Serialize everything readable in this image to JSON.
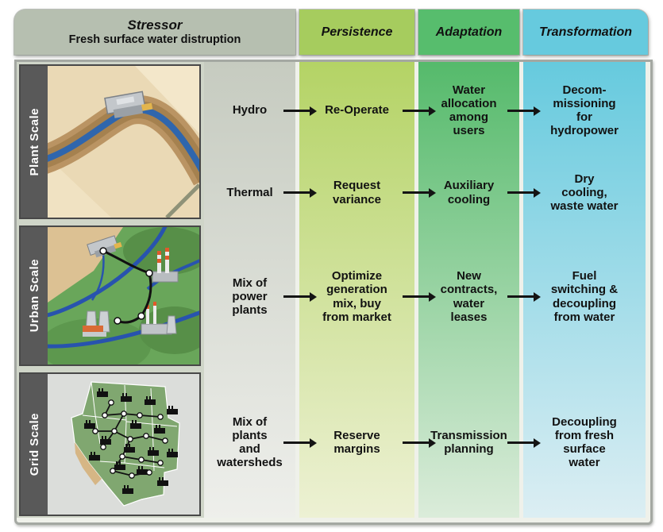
{
  "header": {
    "stressor_title": "Stressor",
    "stressor_subtitle": "Fresh surface water distruption",
    "persistence": "Persistence",
    "adaptation": "Adaptation",
    "transformation": "Transformation"
  },
  "scales": {
    "plant": "Plant Scale",
    "urban": "Urban Scale",
    "grid": "Grid Scale"
  },
  "rows": [
    {
      "stressor": "Hydro",
      "persistence": "Re-Operate",
      "adaptation": "Water\nallocation\namong\nusers",
      "transformation": "Decom-\nmissioning\nfor\nhydropower"
    },
    {
      "stressor": "Thermal",
      "persistence": "Request\nvariance",
      "adaptation": "Auxiliary\ncooling",
      "transformation": "Dry\ncooling,\nwaste water"
    },
    {
      "stressor": "Mix of\npower\nplants",
      "persistence": "Optimize\ngeneration\nmix, buy\nfrom market",
      "adaptation": "New\ncontracts,\nwater\nleases",
      "transformation": "Fuel\nswitching &\ndecoupling\nfrom water"
    },
    {
      "stressor": "Mix of\nplants\nand\nwatersheds",
      "persistence": "Reserve\nmargins",
      "adaptation": "Transmission\nplanning",
      "transformation": "Decoupling\nfrom fresh\nsurface\nwater"
    }
  ],
  "colors": {
    "stressor_header": "#b6bfb0",
    "persistence": "#a6cc5e",
    "adaptation": "#57bd6d",
    "transformation": "#66cade",
    "scale_bar": "#595959",
    "arrow": "#141414"
  },
  "icons": {
    "plant_illustration": "dam-on-river-illustration",
    "urban_illustration": "power-plants-and-rivers-illustration",
    "grid_illustration": "western-grid-map-illustration"
  }
}
